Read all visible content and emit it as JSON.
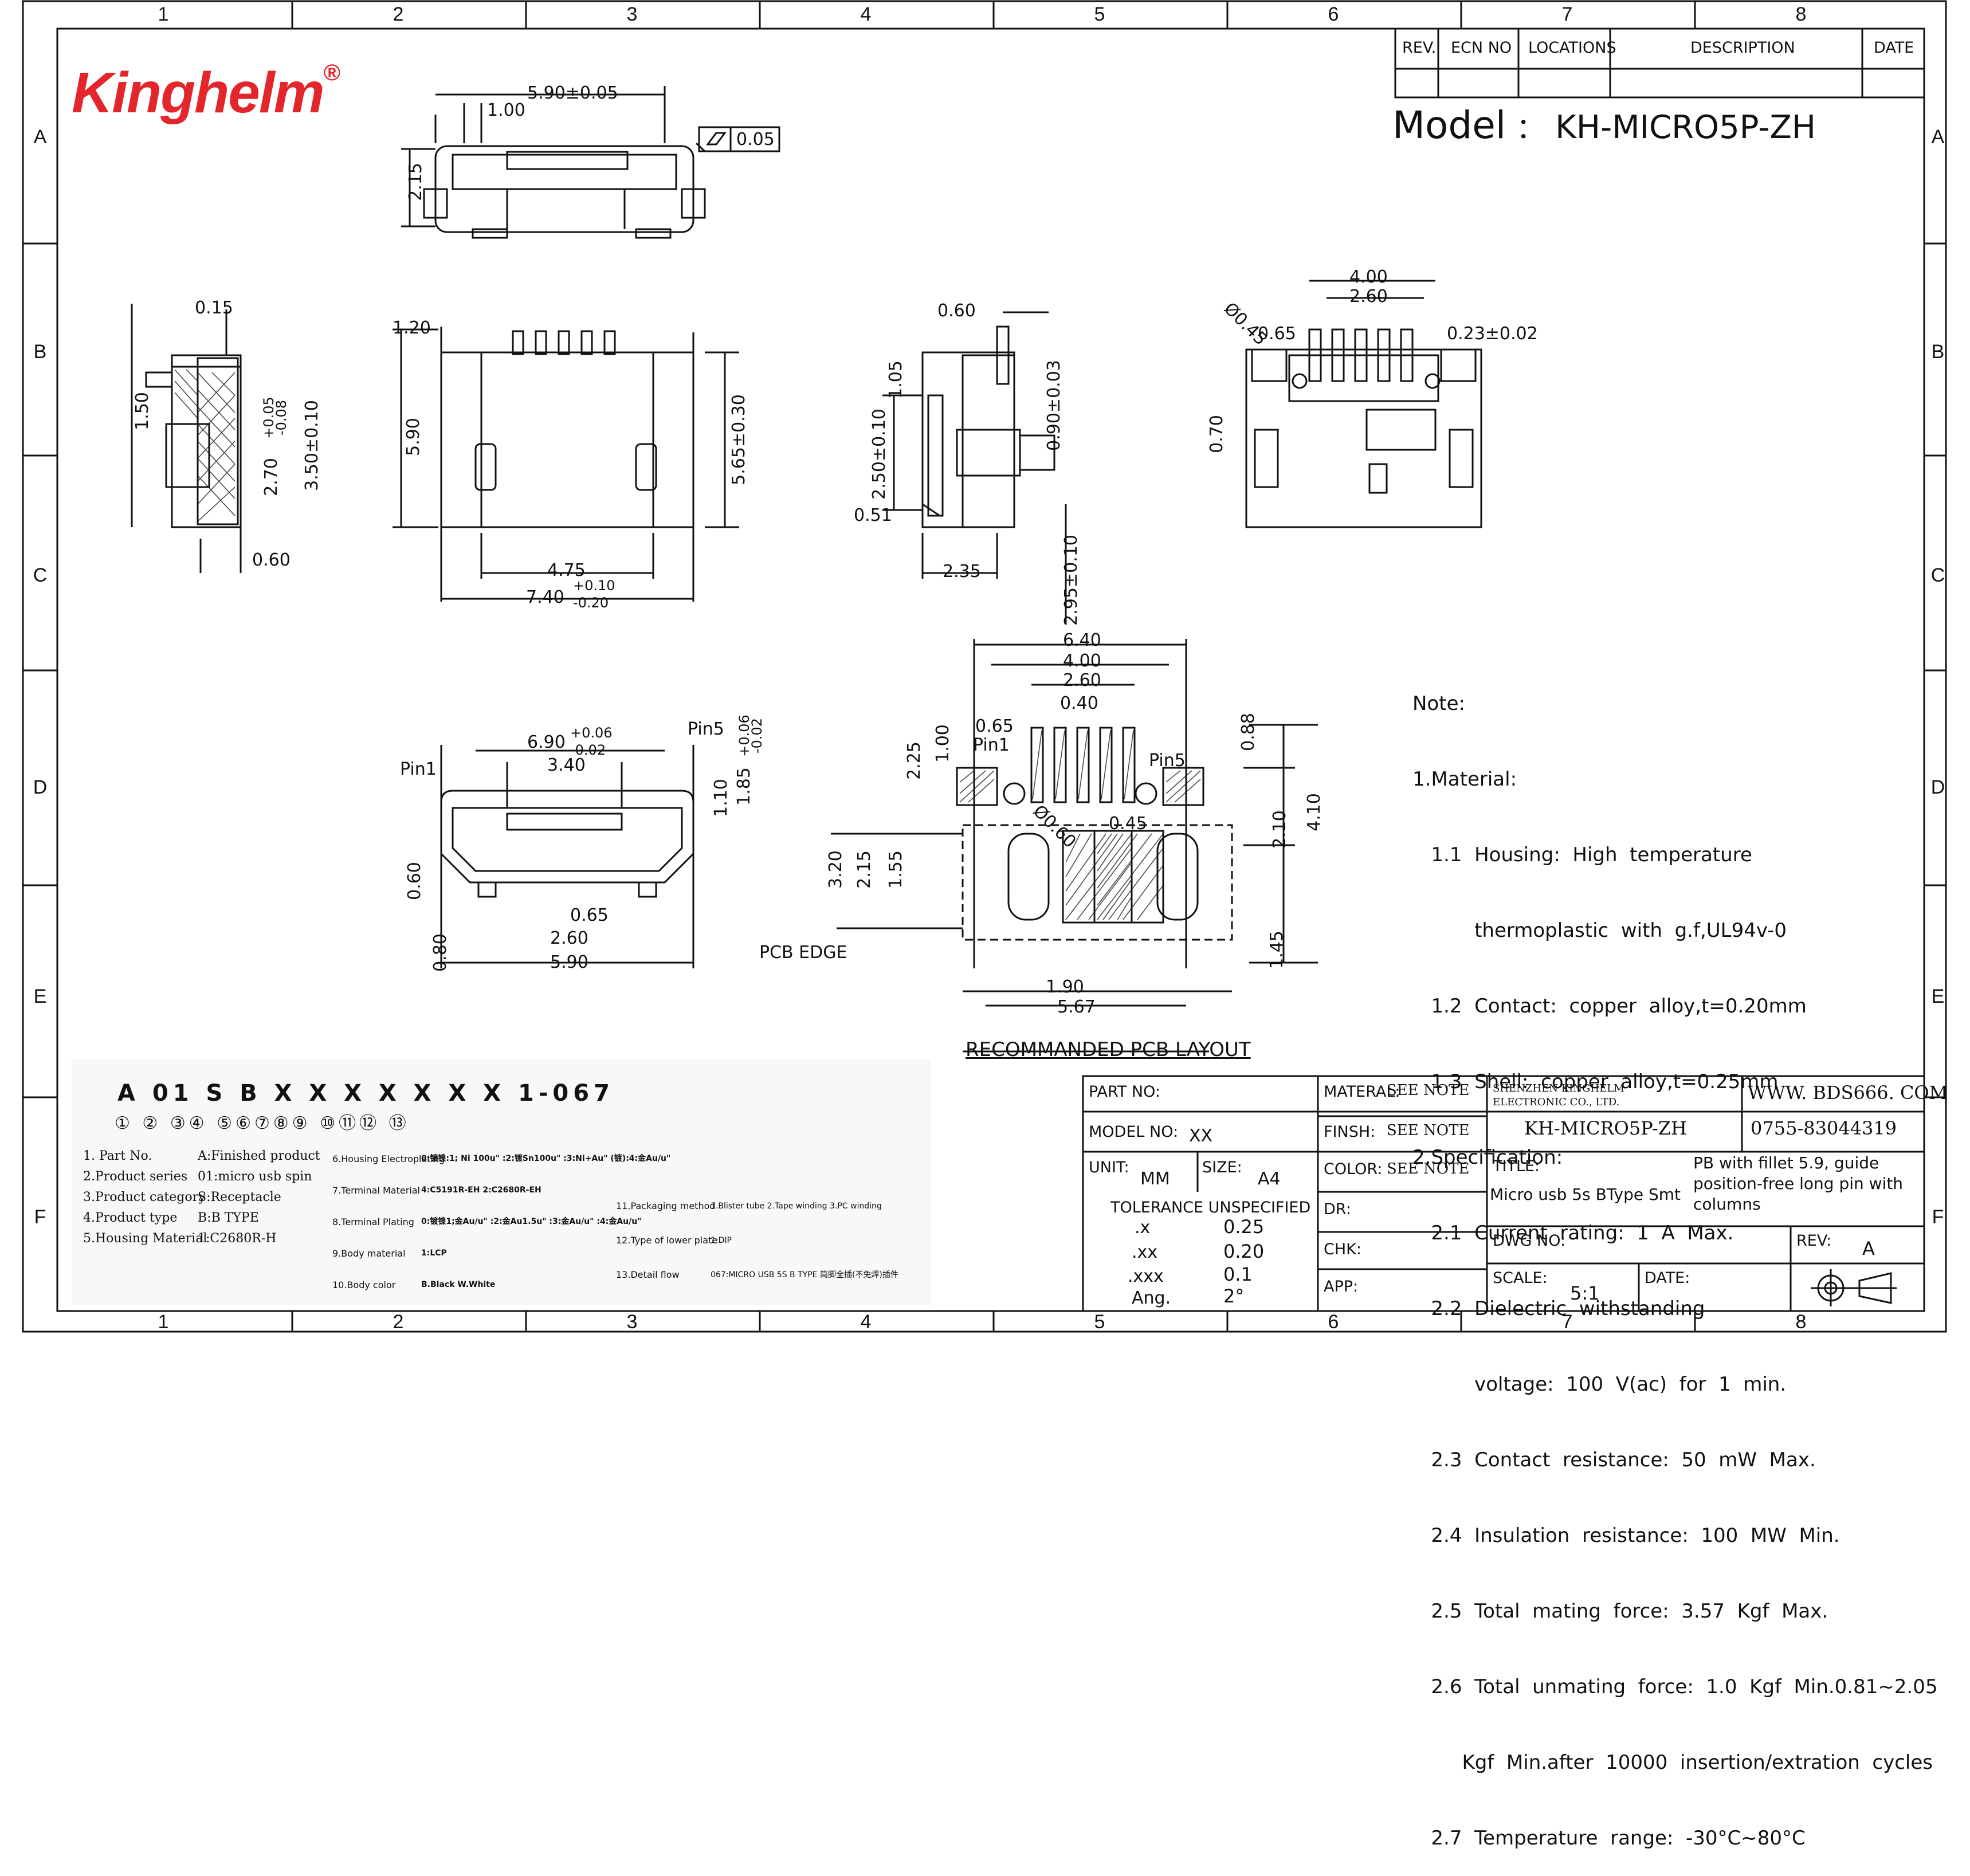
{
  "frame": {
    "col_labels": [
      "1",
      "2",
      "3",
      "4",
      "5",
      "6",
      "7",
      "8"
    ],
    "row_labels": [
      "A",
      "B",
      "C",
      "D",
      "E",
      "F"
    ]
  },
  "brand": {
    "logo_text": "Kinghelm",
    "reg_mark": "®"
  },
  "model_line": {
    "label": "Model",
    "sep": "：",
    "value": "KH-MICRO5P-ZH"
  },
  "revision_table": {
    "headers": [
      "REV.",
      "ECN NO",
      "LOCATIONS",
      "DESCRIPTION",
      "DATE"
    ]
  },
  "dims": {
    "top_view": [
      "5.90±0.05",
      "1.00",
      "2.15",
      "0.05"
    ],
    "side_view": [
      "0.15",
      "1.50",
      "+0.05",
      "-0.08",
      "2.70",
      "3.50±0.10",
      "0.60"
    ],
    "front_view": [
      "1.20",
      "5.90",
      "5.65±0.30",
      "4.75",
      "7.40",
      "+0.10",
      "-0.20"
    ],
    "profile_view": [
      "0.60",
      "1.05",
      "2.50±0.10",
      "0.90±0.03",
      "0.51",
      "2.35",
      "2.95±0.10"
    ],
    "rear_view": [
      "4.00",
      "2.60",
      "0.45",
      "0.65",
      "0.23±0.02",
      "0.70"
    ],
    "mating_view": [
      "6.90",
      "+0.06",
      "-0.02",
      "3.40",
      "Pin1",
      "Pin5",
      "+0.06",
      "-0.02",
      "1.10",
      "1.85",
      "0.60",
      "0.65",
      "2.60",
      "0.80",
      "5.90"
    ],
    "pcb_layout": [
      "6.40",
      "4.00",
      "2.60",
      "0.40",
      "0.65",
      "Pin1",
      "1.00",
      "2.25",
      "Pin5",
      "0.88",
      "4.10",
      "2.10",
      "0.60",
      "0.45",
      "3.20",
      "2.15",
      "1.55",
      "1.45",
      "1.90",
      "5.67",
      "PCB EDGE"
    ]
  },
  "pcb_title": "RECOMMANDED PCB LAYOUT",
  "notes": {
    "title": "Note:",
    "lines": [
      "1.Material:",
      "   1.1  Housing:  High  temperature",
      "          thermoplastic  with  g.f,UL94v-0",
      "   1.2  Contact:  copper  alloy,t=0.20mm",
      "   1.3  Shell:  copper  alloy,t=0.25mm",
      "2.Specification:",
      "   2.1  Current  rating:  1  A  Max.",
      "   2.2  Dielectric  withstanding",
      "          voltage:  100  V(ac)  for  1  min.",
      "   2.3  Contact  resistance:  50  mW  Max.",
      "   2.4  Insulation  resistance:  100  MW  Min.",
      "   2.5  Total  mating  force:  3.57  Kgf  Max.",
      "   2.6  Total  unmating  force:  1.0  Kgf  Min.0.81~2.05",
      "        Kgf  Min.after  10000  insertion/extration  cycles",
      "   2.7  Temperature  range:  -30°C~80°C"
    ]
  },
  "part_number": {
    "code": "A 01 S B X X X X X X X 1-067",
    "circles": "① ② ③④ ⑤⑥⑦⑧⑨ ⑩⑪⑫ ⑬",
    "col1": [
      "1. Part No.",
      "2.Product series",
      "3.Product category",
      "4.Product type",
      "5.Housing Material"
    ],
    "col2": [
      "A:Finished product",
      "01:micro usb spin",
      "S:Receptacle",
      "B:B TYPE",
      "1:C2680R-H"
    ],
    "col3": [
      "6.Housing Electroplating",
      "7.Terminal Material",
      "8.Terminal Plating",
      "9.Body material",
      "10.Body color"
    ],
    "col4": [
      "0:镀镍:1; Ni 100u\" :2:镀Sn100u\" :3:Ni+Au\" (镀):4:金Au/u\"",
      "4:C5191R-EH  2:C2680R-EH",
      "0:镀镍1;金Au/u\" :2:金Au1.5u\" :3:金Au/u\" :4:金Au/u\"",
      "1:LCP",
      "B.Black  W.White"
    ],
    "col5": [
      "11.Packaging method",
      "12.Type of lower plate",
      "13.Detail flow"
    ],
    "col6": [
      "1.Blister tube 2.Tape winding 3.PC winding",
      "1:DIP",
      "067:MICRO USB 5S B TYPE 简脚全插(不免焊)插件"
    ]
  },
  "title_block": {
    "part_no_label": "PART NO:",
    "model_no_label": "MODEL NO:",
    "model_no_value": "XX",
    "unit_label": "UNIT:",
    "unit_value": "MM",
    "size_label": "SIZE:",
    "size_value": "A4",
    "tolerance_title": "TOLERANCE  UNSPECIFIED",
    "tolerances": [
      {
        "k": ".x",
        "v": "0.25"
      },
      {
        "k": ".xx",
        "v": "0.20"
      },
      {
        "k": ".xxx",
        "v": "0.1"
      },
      {
        "k": "Ang.",
        "v": "2°"
      }
    ],
    "material_label": "MATERAL:",
    "material_value": "SEE NOTE",
    "finish_label": "FINSH:",
    "finish_value": "SEE NOTE",
    "color_label": "COLOR:",
    "color_value": "SEE NOTE",
    "dr_label": "DR:",
    "chk_label": "CHK:",
    "app_label": "APP:",
    "company": "SHENZHEN KINGHELM ELECTRONIC CO., LTD.",
    "model": "KH-MICRO5P-ZH",
    "website": "WWW. BDS666. COM",
    "phone": "0755-83044319",
    "title_label": "TITLE:",
    "title_value": "Micro usb 5s BType Smt",
    "title_desc": "PB with fillet 5.9, guide position-free long pin with columns",
    "dwg_label": "DWG NO:",
    "rev_label": "REV:",
    "rev_value": "A",
    "scale_label": "SCALE:",
    "scale_value": "5:1",
    "date_label": "DATE:"
  }
}
